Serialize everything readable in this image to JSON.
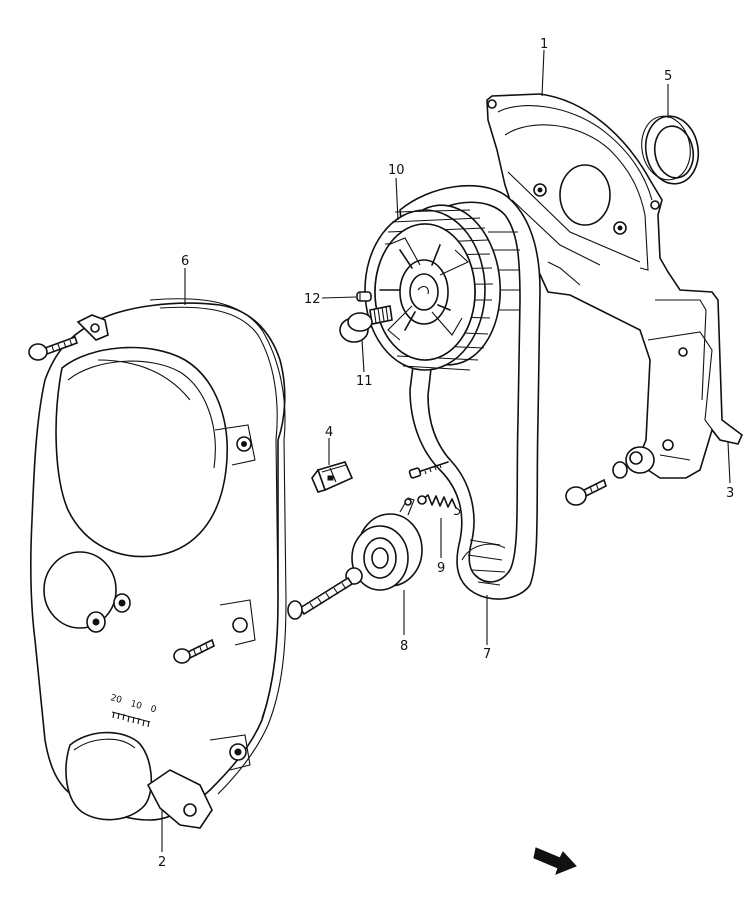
{
  "parts": [
    {
      "number": "1",
      "name": "timing-belt-inside-cover"
    },
    {
      "number": "2",
      "name": "outside-cover-bolt"
    },
    {
      "number": "3",
      "name": "inside-cover-bolt"
    },
    {
      "number": "4",
      "name": "cover-grommet"
    },
    {
      "number": "5",
      "name": "seal-ring"
    },
    {
      "number": "6",
      "name": "timing-belt-outside-cover"
    },
    {
      "number": "7",
      "name": "timing-belt"
    },
    {
      "number": "8",
      "name": "tensioner-pulley"
    },
    {
      "number": "9",
      "name": "tensioner-spring"
    },
    {
      "number": "10",
      "name": "camshaft-pulley"
    },
    {
      "number": "11",
      "name": "pulley-bolt"
    },
    {
      "number": "12",
      "name": "pulley-pin"
    }
  ],
  "timing_scale": {
    "marks": [
      "20",
      "10",
      "0"
    ]
  },
  "icons": {
    "direction": "front-direction-arrow-icon"
  }
}
